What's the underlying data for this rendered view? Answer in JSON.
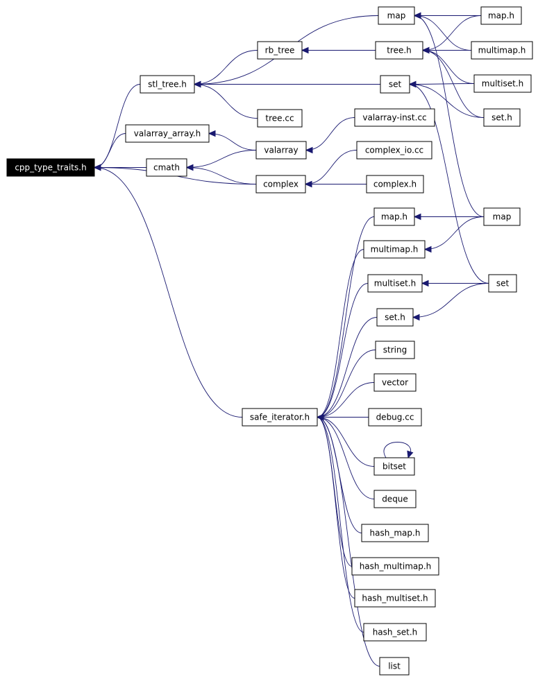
{
  "colors": {
    "edge": "#191970",
    "root_fill": "#000000",
    "root_text": "#ffffff"
  },
  "nodes": {
    "cpp_type_traits": "cpp_type_traits.h",
    "stl_tree": "stl_tree.h",
    "valarray_array": "valarray_array.h",
    "cmath": "cmath",
    "safe_iterator": "safe_iterator.h",
    "map_top": "map",
    "rb_tree": "rb_tree",
    "tree_h": "tree.h",
    "set_top": "set",
    "tree_cc": "tree.cc",
    "valarray": "valarray",
    "complex": "complex",
    "valarray_inst": "valarray-inst.cc",
    "complex_io": "complex_io.cc",
    "complex_h": "complex.h",
    "map_h_top": "map.h",
    "multimap_h_top": "multimap.h",
    "multiset_h_top": "multiset.h",
    "set_h_top": "set.h",
    "map_h_dbg": "map.h",
    "multimap_h_dbg": "multimap.h",
    "multiset_h_dbg": "multiset.h",
    "set_h_dbg": "set.h",
    "map_dbg": "map",
    "set_dbg": "set",
    "string": "string",
    "vector": "vector",
    "debug_cc": "debug.cc",
    "bitset": "bitset",
    "deque": "deque",
    "hash_map": "hash_map.h",
    "hash_multimap": "hash_multimap.h",
    "hash_multiset": "hash_multiset.h",
    "hash_set": "hash_set.h",
    "list": "list"
  },
  "edges": [
    [
      "stl_tree",
      "cpp_type_traits"
    ],
    [
      "valarray_array",
      "cpp_type_traits"
    ],
    [
      "cmath",
      "cpp_type_traits"
    ],
    [
      "complex",
      "cpp_type_traits"
    ],
    [
      "safe_iterator",
      "cpp_type_traits"
    ],
    [
      "map_top",
      "stl_tree"
    ],
    [
      "rb_tree",
      "stl_tree"
    ],
    [
      "set_top",
      "stl_tree"
    ],
    [
      "tree_cc",
      "stl_tree"
    ],
    [
      "tree_h",
      "rb_tree"
    ],
    [
      "valarray",
      "valarray_array"
    ],
    [
      "valarray",
      "cmath"
    ],
    [
      "complex",
      "cmath"
    ],
    [
      "valarray_inst",
      "valarray"
    ],
    [
      "complex_io",
      "complex"
    ],
    [
      "complex_h",
      "complex"
    ],
    [
      "map_h_top",
      "map_top"
    ],
    [
      "multimap_h_top",
      "map_top"
    ],
    [
      "map_dbg",
      "map_top"
    ],
    [
      "map_h_top",
      "tree_h"
    ],
    [
      "multimap_h_top",
      "tree_h"
    ],
    [
      "multiset_h_top",
      "tree_h"
    ],
    [
      "set_h_top",
      "tree_h"
    ],
    [
      "multiset_h_top",
      "set_top"
    ],
    [
      "set_h_top",
      "set_top"
    ],
    [
      "set_dbg",
      "set_top"
    ],
    [
      "map_dbg",
      "map_h_dbg"
    ],
    [
      "map_dbg",
      "multimap_h_dbg"
    ],
    [
      "set_dbg",
      "multiset_h_dbg"
    ],
    [
      "set_dbg",
      "set_h_dbg"
    ],
    [
      "map_h_dbg",
      "safe_iterator"
    ],
    [
      "multimap_h_dbg",
      "safe_iterator"
    ],
    [
      "multiset_h_dbg",
      "safe_iterator"
    ],
    [
      "set_h_dbg",
      "safe_iterator"
    ],
    [
      "string",
      "safe_iterator"
    ],
    [
      "vector",
      "safe_iterator"
    ],
    [
      "debug_cc",
      "safe_iterator"
    ],
    [
      "bitset",
      "safe_iterator"
    ],
    [
      "bitset",
      "bitset"
    ],
    [
      "deque",
      "safe_iterator"
    ],
    [
      "hash_map",
      "safe_iterator"
    ],
    [
      "hash_multimap",
      "safe_iterator"
    ],
    [
      "hash_multiset",
      "safe_iterator"
    ],
    [
      "hash_set",
      "safe_iterator"
    ],
    [
      "list",
      "safe_iterator"
    ]
  ]
}
